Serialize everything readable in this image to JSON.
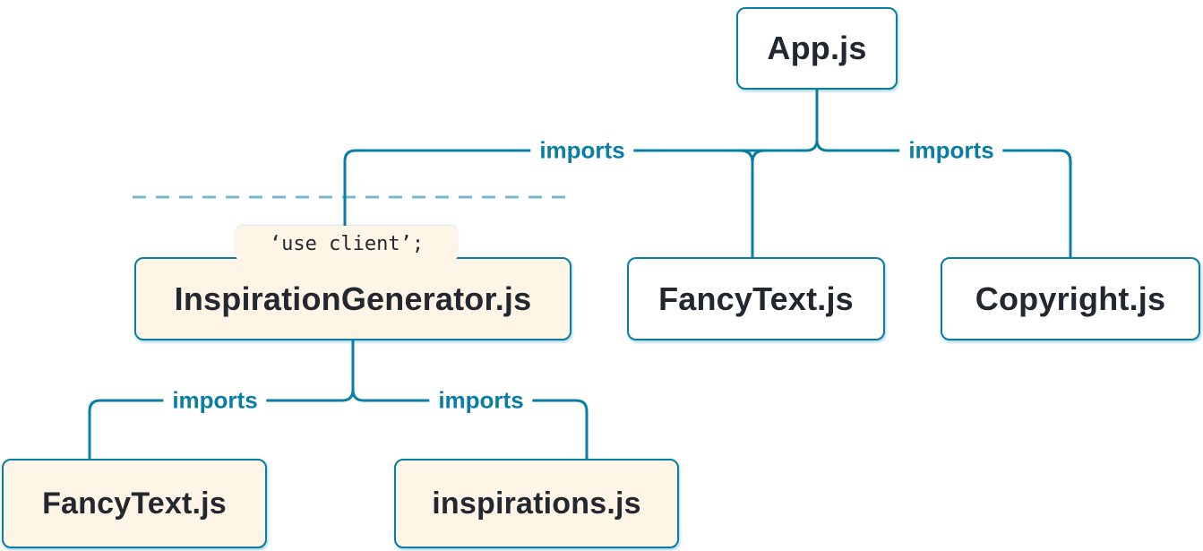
{
  "diagram": {
    "title_hint": "React module import tree with client boundary",
    "colors": {
      "line": "#087EA4",
      "box_border": "#087EA4",
      "box_text": "#23272F",
      "client_box_bg": "#FEF5E6",
      "server_box_bg": "#FFFFFF",
      "imports_label_color": "#087EA4"
    },
    "edge_label": "imports",
    "nodes": {
      "app": {
        "label": "App.js"
      },
      "inspiration_generator": {
        "label": "InspirationGenerator.js",
        "directive": "‘use client’;"
      },
      "fancy_text_top": {
        "label": "FancyText.js"
      },
      "copyright": {
        "label": "Copyright.js"
      },
      "fancy_text_bottom": {
        "label": "FancyText.js"
      },
      "inspirations": {
        "label": "inspirations.js"
      }
    }
  }
}
